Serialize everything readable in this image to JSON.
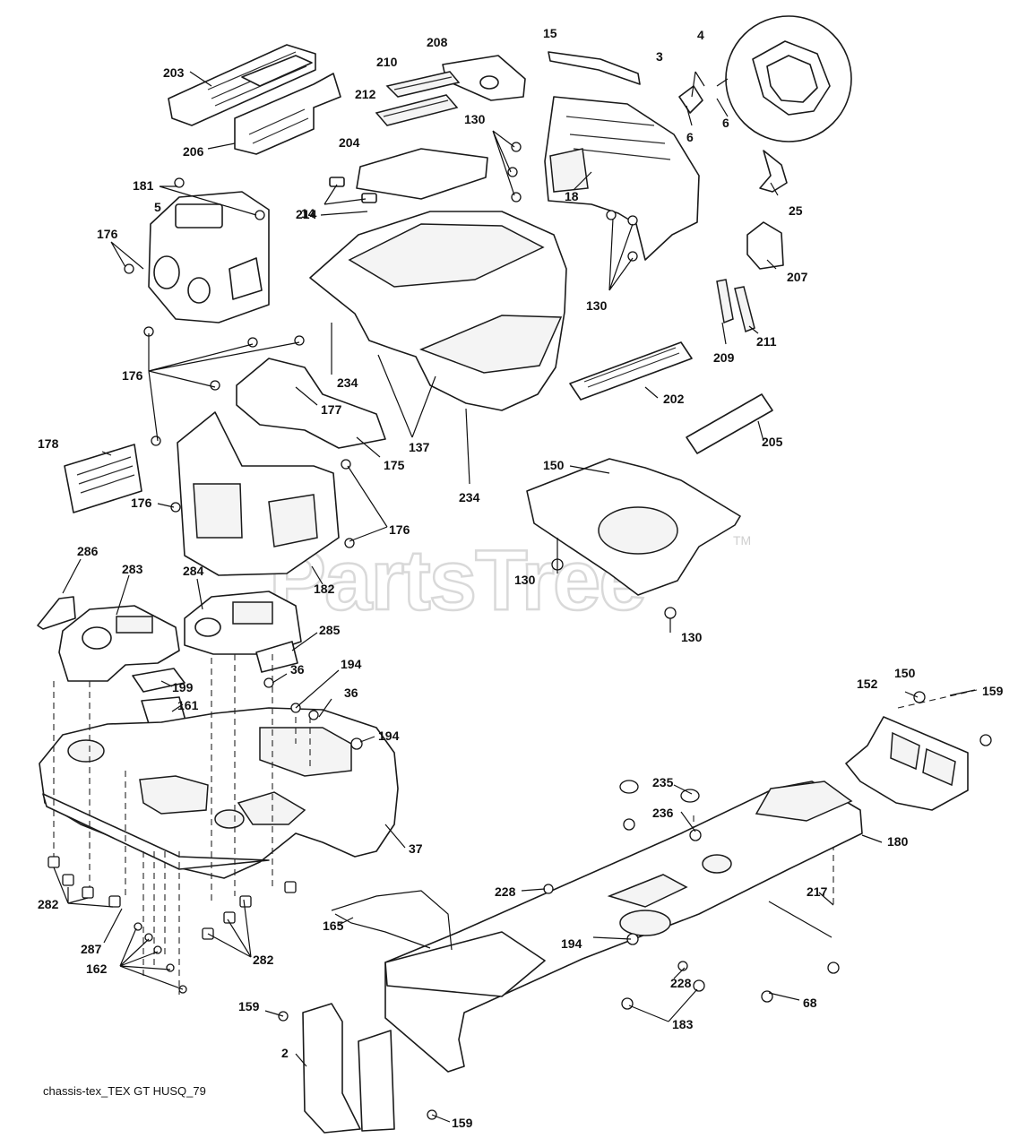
{
  "diagram": {
    "watermark": "PartsTree",
    "watermark_tm": "TM",
    "caption": "chassis-tex_TEX GT HUSQ_79",
    "labels": {
      "l203": "203",
      "l208": "208",
      "l210": "210",
      "l212": "212",
      "l15": "15",
      "l3": "3",
      "l4": "4",
      "l6a": "6",
      "l6b": "6",
      "l206": "206",
      "l130a": "130",
      "l204": "204",
      "l181": "181",
      "l5": "5",
      "l176a": "176",
      "l214": "214",
      "l14": "14",
      "l18": "18",
      "l25": "25",
      "l207": "207",
      "l130b": "130",
      "l209": "209",
      "l211": "211",
      "l176b": "176",
      "l234a": "234",
      "l177": "177",
      "l202": "202",
      "l178": "178",
      "l137": "137",
      "l175": "175",
      "l205": "205",
      "l150a": "150",
      "l176c": "176",
      "l176d": "176",
      "l234b": "234",
      "l130c": "130",
      "l286": "286",
      "l283": "283",
      "l284": "284",
      "l182": "182",
      "l130d": "130",
      "l285": "285",
      "l36a": "36",
      "l194a": "194",
      "l36b": "36",
      "l199": "199",
      "l161": "161",
      "l194b": "194",
      "l150b": "150",
      "l152": "152",
      "l159a": "159",
      "l235": "235",
      "l236": "236",
      "l180": "180",
      "l37": "37",
      "l228a": "228",
      "l217": "217",
      "l282a": "282",
      "l287": "287",
      "l165": "165",
      "l194c": "194",
      "l228b": "228",
      "l162": "162",
      "l282b": "282",
      "l183": "183",
      "l68": "68",
      "l159b": "159",
      "l2": "2",
      "l159c": "159"
    }
  }
}
